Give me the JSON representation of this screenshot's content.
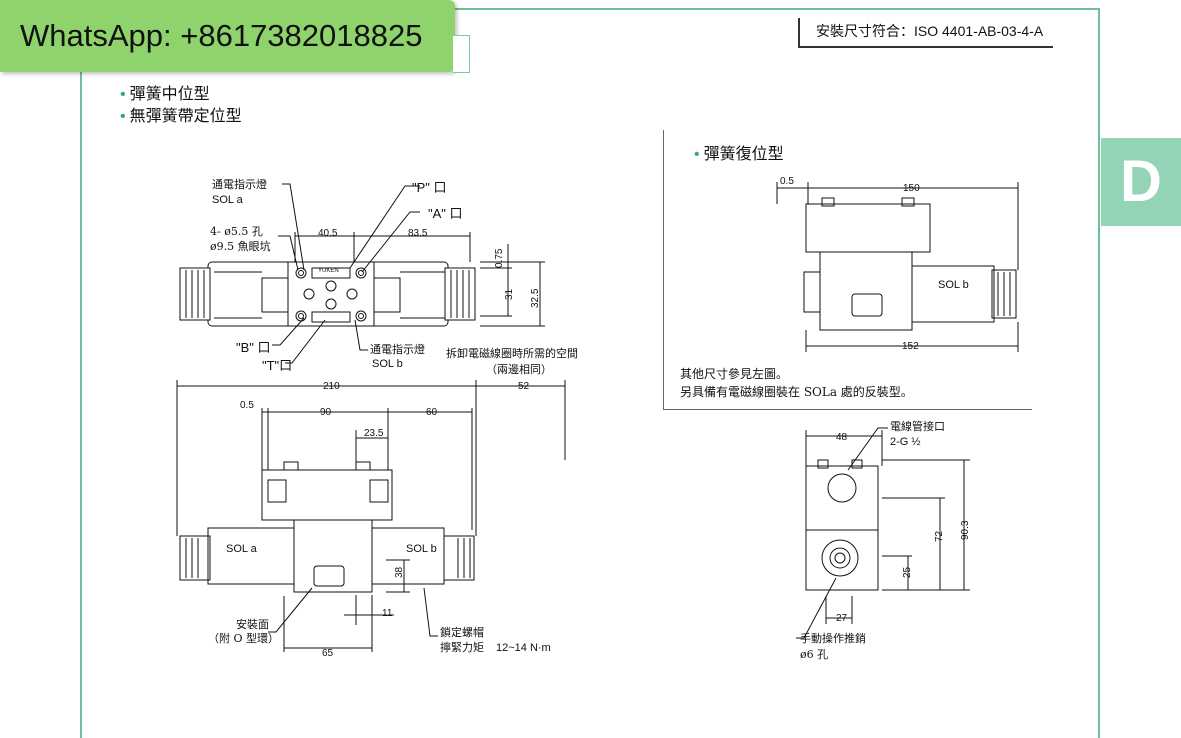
{
  "watermark": "WhatsApp: +8617382018825",
  "iso_label": "安裝尺寸符合：ISO 4401-AB-03-4-A",
  "section_tab": "D",
  "types": [
    "彈簧中位型",
    "無彈簧帶定位型"
  ],
  "spring_return_title": "彈簧復位型",
  "labels": {
    "indicator_a_1": "通電指示燈",
    "indicator_a_2": "SOL a",
    "holes_1": "4- ø5.5 孔",
    "holes_2": "ø9.5 魚眼坑",
    "port_p": "\"P\" 口",
    "port_a": "\"A\" 口",
    "port_b": "\"B\" 口",
    "port_t": "\"T\"口",
    "indicator_b_1": "通電指示燈",
    "indicator_b_2": "SOL b",
    "removal_1": "拆卸電磁線圈時所需的空間",
    "removal_2": "（兩邊相同）",
    "mount_1": "安裝面",
    "mount_2": "（附 O 型環）",
    "nut_1": "鎖定螺帽",
    "nut_2": "擰緊力矩",
    "nut_torque": "12~14 N·m",
    "conduit_1": "電線管接口",
    "conduit_2": "2-G ½",
    "manual_1": "手動操作推銷",
    "manual_2": "ø6 孔",
    "brand": "YUKEN"
  },
  "notes": [
    "其他尺寸參見左圖。",
    "另具備有電磁線圈裝在 SOLa 處的反裝型。"
  ],
  "dims": {
    "d40_5": "40.5",
    "d83_5": "83.5",
    "d0_75": "0.75",
    "d31": "31",
    "d32_5": "32.5",
    "d210": "210",
    "d52": "52",
    "d0_5": "0.5",
    "d90": "90",
    "d60": "60",
    "d23_5": "23.5",
    "d38": "38",
    "d11": "11",
    "d65": "65",
    "r0_5": "0.5",
    "r150": "150",
    "r152": "152",
    "e48": "48",
    "e72": "72",
    "e90_3": "90.3",
    "e25": "25",
    "e27": "27",
    "sol_a": "SOL a",
    "sol_b": "SOL b"
  }
}
